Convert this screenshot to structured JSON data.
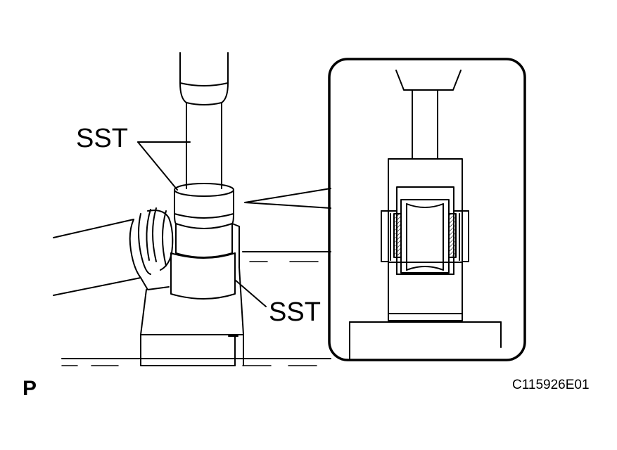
{
  "labels": {
    "sst_upper": "SST",
    "sst_lower": "SST",
    "panel_letter": "P",
    "figure_code": "C115926E01"
  },
  "colors": {
    "ink": "#000000",
    "background": "#ffffff"
  }
}
